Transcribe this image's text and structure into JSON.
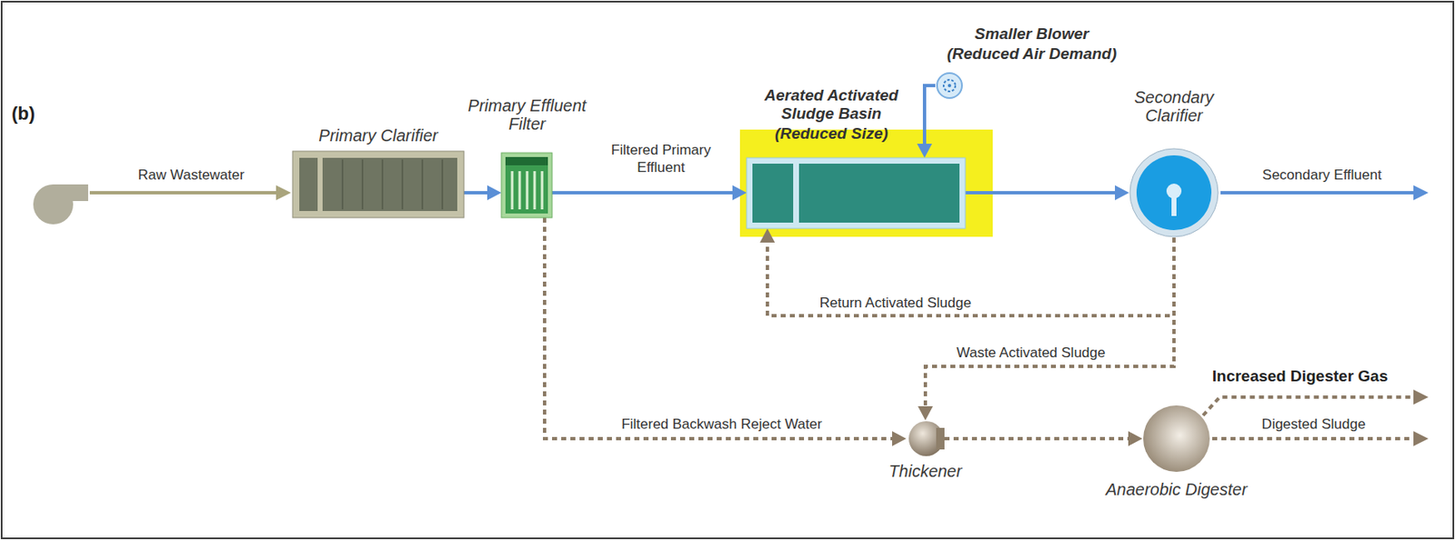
{
  "diagram": {
    "nodes": [
      {
        "text": [
          "Primary Clarifier"
        ]
      },
      {
        "text": [
          "Primary Effluent Filter"
        ]
      },
      {
        "text": [
          "Aerated Activated Sludge Basin",
          "(Reduced Size)"
        ]
      },
      {
        "text": [
          "Smaller Blower",
          "(Reduced Air Demand)"
        ]
      },
      {
        "text": [
          "Secondary Clarifier"
        ]
      },
      {
        "text": [
          "Thickener"
        ]
      },
      {
        "text": [
          "Anaerobic Digester"
        ]
      }
    ],
    "edges": [
      {
        "from": 0,
        "to": 1,
        "arrow": "to"
      },
      {
        "from": 1,
        "to": 2,
        "label": "Filtered Primary Effluent",
        "arrow": "to"
      },
      {
        "from": 2,
        "to": 4,
        "arrow": "to"
      },
      {
        "from": 4,
        "to": 2,
        "label": "Return Activated Sludge",
        "arrow": "to"
      },
      {
        "from": 4,
        "to": 5,
        "label": "Waste Activated Sludge",
        "arrow": "to"
      },
      {
        "from": 1,
        "to": 5,
        "label": "Filtered Backwash Reject Water",
        "arrow": "to"
      },
      {
        "from": 5,
        "to": 6,
        "arrow": "to"
      },
      {
        "from": 3,
        "to": 2,
        "arrow": "to"
      }
    ],
    "labels": [
      "(b)",
      "Raw Wastewater",
      "Secondary Effluent",
      "Increased Digester Gas",
      "Digested Sludge"
    ]
  }
}
